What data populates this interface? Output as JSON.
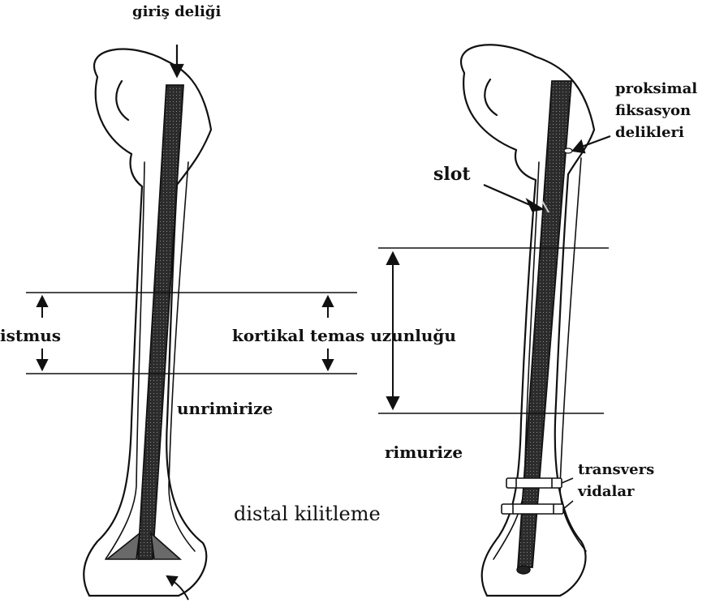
{
  "labels": {
    "entry_hole": "giriş deliği",
    "isthmus": "istmus",
    "cortical_contact_length": "kortikal temas uzunluğu",
    "unreamed": "unrimirize",
    "distal_locking": "distal kilitleme",
    "proximal_fixation_holes": [
      "proksimal",
      "fiksasyon",
      "delikleri"
    ],
    "slot": "slot",
    "reamed": "rimurize",
    "transverse_screws": [
      "transvers",
      "vidalar"
    ]
  },
  "colors": {
    "ink": "#111111",
    "nail_fill": "#3a3a3a",
    "background": "#ffffff"
  }
}
